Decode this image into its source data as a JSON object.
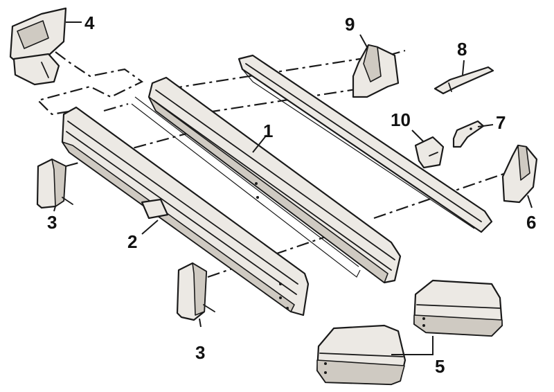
{
  "callouts": [
    {
      "id": "c1",
      "label": "1"
    },
    {
      "id": "c2",
      "label": "2"
    },
    {
      "id": "c3a",
      "label": "3"
    },
    {
      "id": "c3b",
      "label": "3"
    },
    {
      "id": "c4",
      "label": "4"
    },
    {
      "id": "c5",
      "label": "5"
    },
    {
      "id": "c6",
      "label": "6"
    },
    {
      "id": "c7",
      "label": "7"
    },
    {
      "id": "c8",
      "label": "8"
    },
    {
      "id": "c9",
      "label": "9"
    },
    {
      "id": "c10",
      "label": "10"
    }
  ],
  "colors": {
    "ink": "#1a1a1a",
    "paper": "#ffffff",
    "fill": "#ece9e4"
  }
}
